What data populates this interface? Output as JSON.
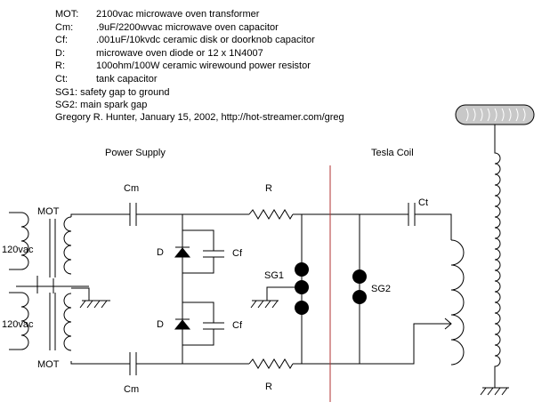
{
  "legend": [
    {
      "key": "MOT:",
      "text": "2100vac microwave oven transformer"
    },
    {
      "key": "Cm:",
      "text": ".9uF/2200wvac microwave oven capacitor"
    },
    {
      "key": "Cf:",
      "text": ".001uF/10kvdc ceramic disk or doorknob capacitor"
    },
    {
      "key": "D:",
      "text": "microwave oven diode or 12 x 1N4007"
    },
    {
      "key": "R:",
      "text": "100ohm/100W ceramic wirewound power resistor"
    },
    {
      "key": "Ct:",
      "text": "tank capacitor"
    },
    {
      "key": "SG1:",
      "text": "safety gap to ground"
    },
    {
      "key": "SG2:",
      "text": "main spark gap"
    }
  ],
  "credit": "Gregory R. Hunter, January 15, 2002, http://hot-streamer.com/greg",
  "sections": {
    "power_supply": "Power Supply",
    "tesla_coil": "Tesla Coil"
  },
  "labels": {
    "mot_top": "MOT",
    "mot_bottom": "MOT",
    "vac_top": "120vac",
    "vac_bottom": "120vac",
    "cm_top": "Cm",
    "cm_bottom": "Cm",
    "r_top": "R",
    "r_bottom": "R",
    "d_top": "D",
    "d_bottom": "D",
    "cf_top": "Cf",
    "cf_bottom": "Cf",
    "sg1": "SG1",
    "sg2": "SG2",
    "ct": "Ct"
  },
  "colors": {
    "wire": "#000000",
    "divider": "#b03030",
    "toroid": "#c8c8c8"
  }
}
